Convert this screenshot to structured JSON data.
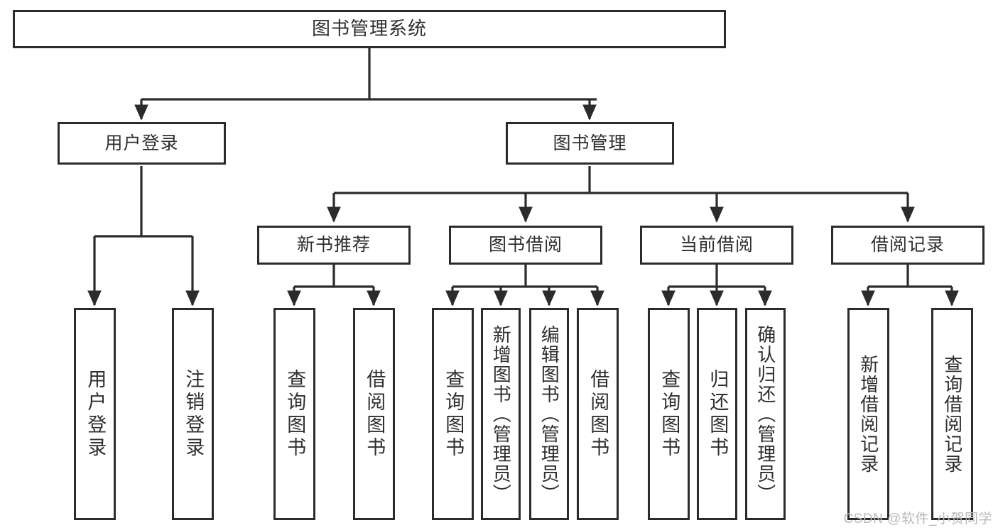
{
  "diagram": {
    "type": "tree",
    "title": "图书管理系统",
    "orientation": "top-down",
    "colors": {
      "background": "#ffffff",
      "box_border": "#2b2b2b",
      "box_fill": "#ffffff",
      "connector": "#2b2b2b",
      "text": "#2f2f2f",
      "watermark": "#b9b9b9"
    },
    "root": {
      "label": "图书管理系统"
    },
    "level2": [
      {
        "label": "用户登录"
      },
      {
        "label": "图书管理"
      }
    ],
    "level3": [
      {
        "label": "新书推荐"
      },
      {
        "label": "图书借阅"
      },
      {
        "label": "当前借阅"
      },
      {
        "label": "借阅记录"
      }
    ],
    "leaves": {
      "user_login": [
        {
          "label": "用户登录"
        },
        {
          "label": "注销登录"
        }
      ],
      "new_book_recommend": [
        {
          "label": "查询图书"
        },
        {
          "label": "借阅图书"
        }
      ],
      "book_borrow": [
        {
          "label": "查询图书"
        },
        {
          "label": "新增图书（管理员）"
        },
        {
          "label": "编辑图书（管理员）"
        },
        {
          "label": "借阅图书"
        }
      ],
      "current_borrow": [
        {
          "label": "查询图书"
        },
        {
          "label": "归还图书"
        },
        {
          "label": "确认归还（管理员）"
        }
      ],
      "borrow_record": [
        {
          "label": "新增借阅记录"
        },
        {
          "label": "查询借阅记录"
        }
      ]
    }
  },
  "watermark": {
    "text": "CSDN @软件_小贺同学"
  }
}
